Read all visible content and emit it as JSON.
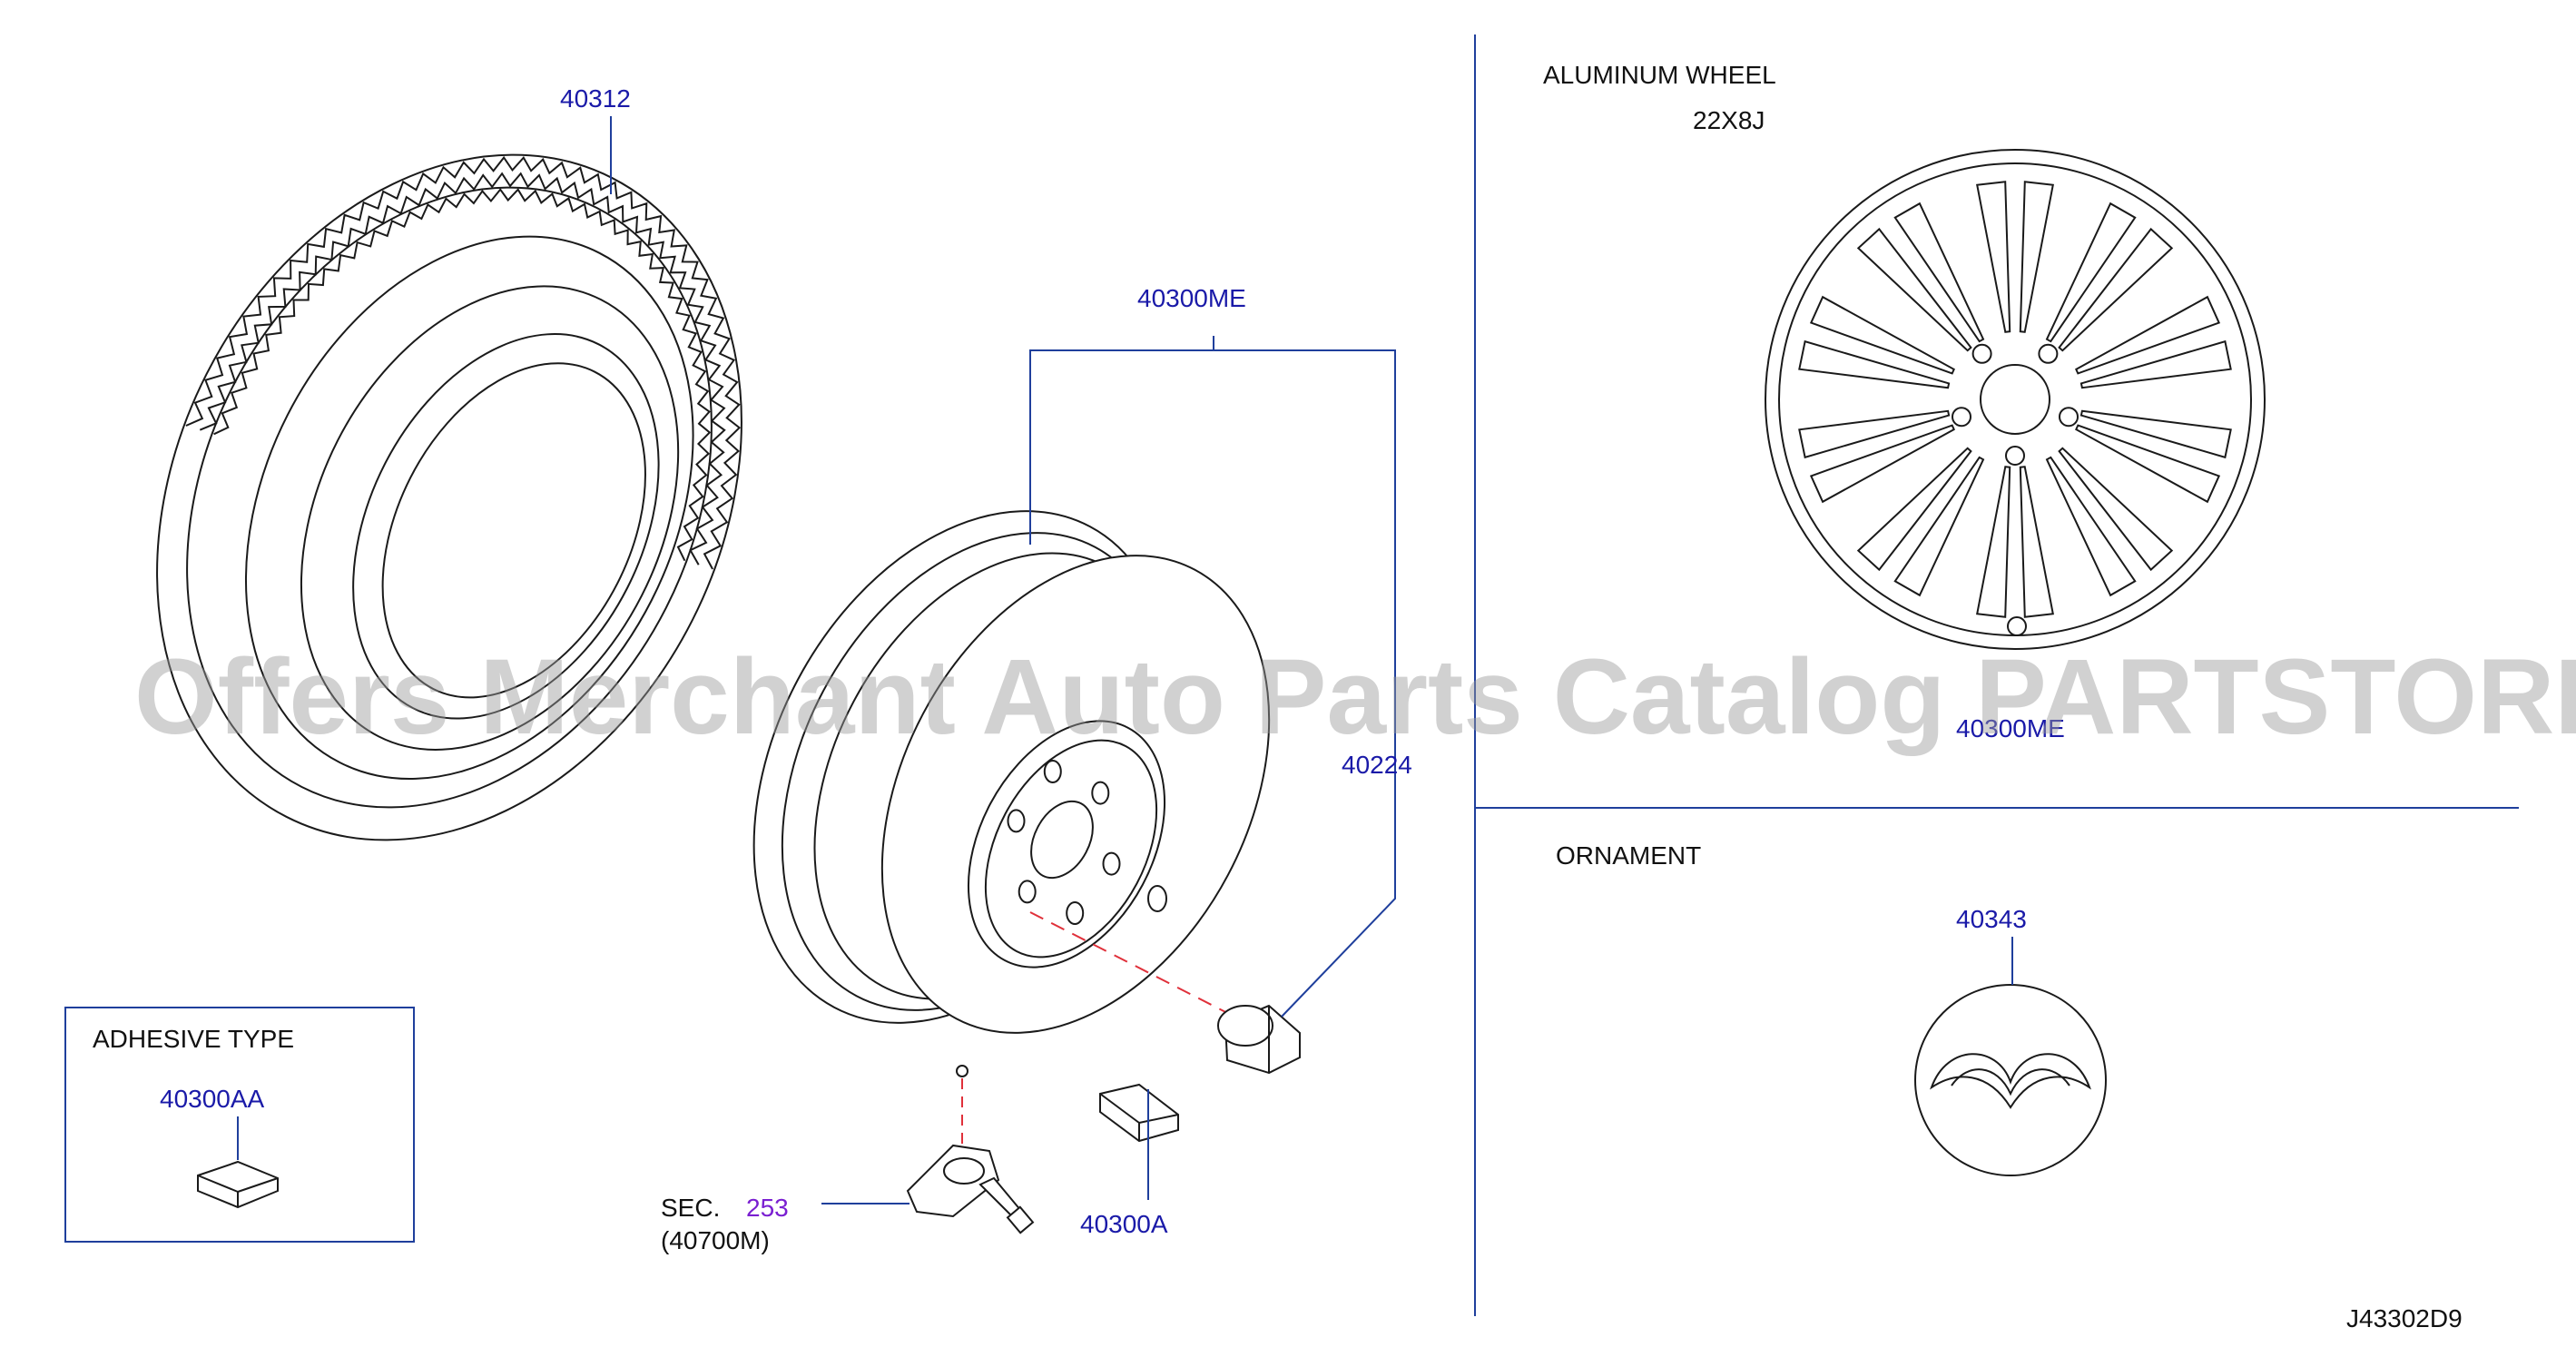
{
  "labels": {
    "tire": "40312",
    "wheel_assembly": "40300ME",
    "nut": "40224",
    "balance_weight": "40300A",
    "sensor_sec": "SEC.",
    "sensor_sec_num": "253",
    "sensor_part": "(40700M)",
    "adhesive_title": "ADHESIVE  TYPE",
    "adhesive_part": "40300AA",
    "aluminum_title": "ALUMINUM  WHEEL",
    "aluminum_size": "22X8J",
    "aluminum_part": "40300ME",
    "ornament_title": "ORNAMENT",
    "ornament_part": "40343",
    "drawing_code": "J43302D9"
  },
  "watermark": "Offers Merchant Auto Parts Catalog PARTSTORE.SA",
  "colors": {
    "part_number": "#1a1aa8",
    "section_ref": "#7a1fd1",
    "leader": "#1f3f9c",
    "dashed_axis": "#e0303a"
  }
}
